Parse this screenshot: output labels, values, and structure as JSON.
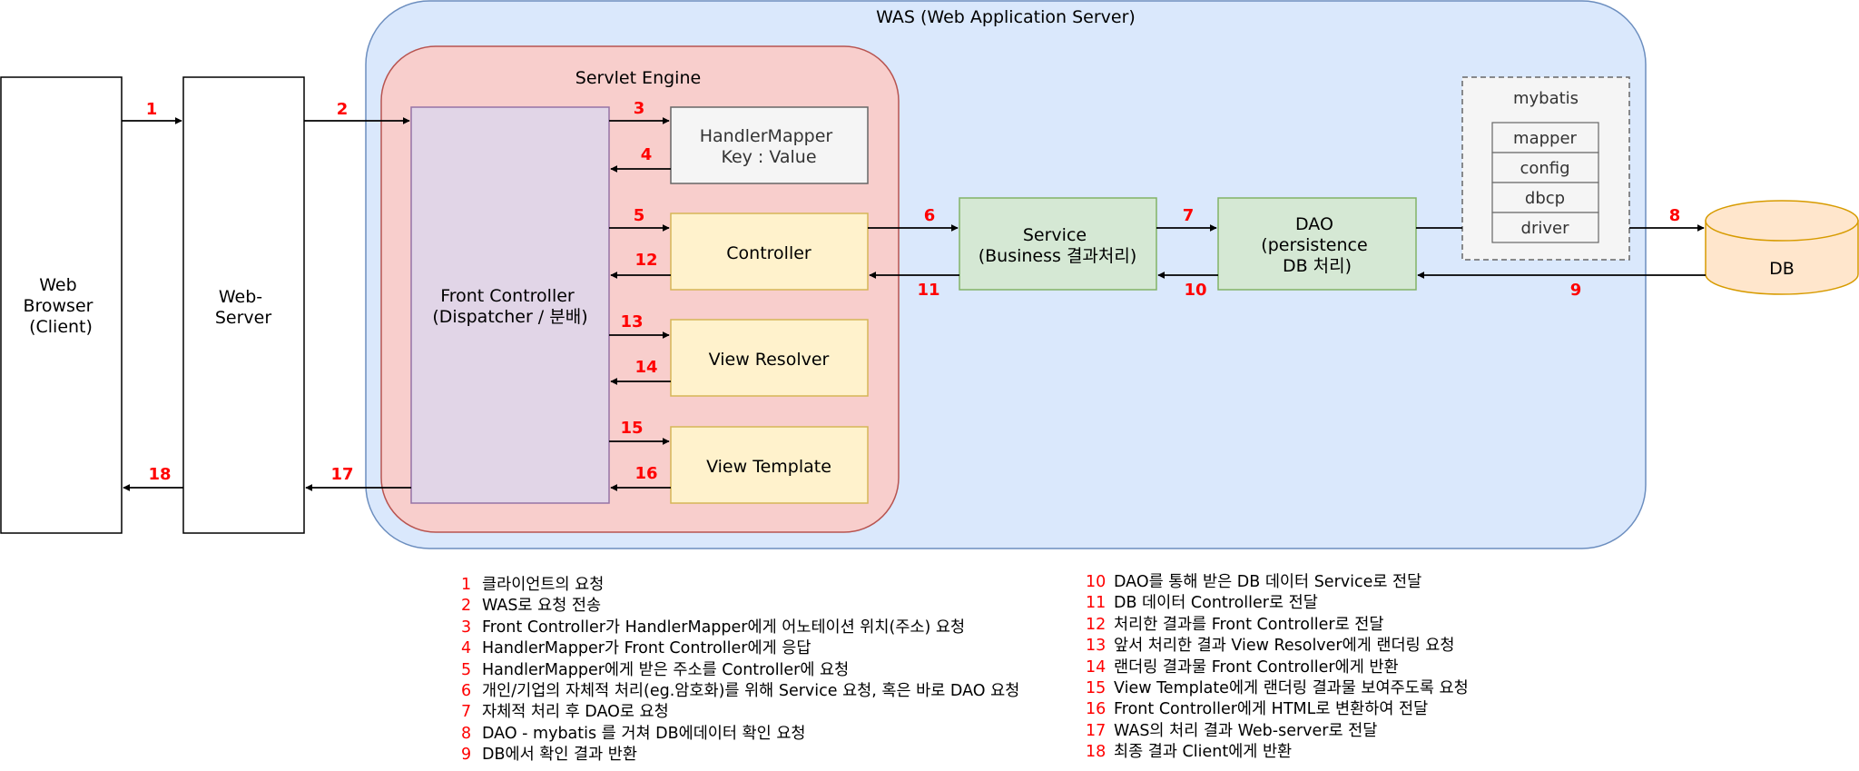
{
  "containers": {
    "was": "WAS (Web Application Server)",
    "servlet_engine": "Servlet Engine",
    "mybatis": "mybatis"
  },
  "nodes": {
    "web_browser": [
      "Web",
      "Browser",
      "(Client)"
    ],
    "web_server": [
      "Web-",
      "Server"
    ],
    "front_controller": [
      "Front Controller",
      "(Dispatcher / 분배)"
    ],
    "handler_mapper": [
      "HandlerMapper",
      "Key : Value"
    ],
    "controller": [
      "Controller"
    ],
    "view_resolver": [
      "View Resolver"
    ],
    "view_template": [
      "View Template"
    ],
    "service": [
      "Service",
      "(Business 결과처리)"
    ],
    "dao": [
      "DAO",
      "(persistence",
      "DB 처리)"
    ],
    "db": [
      "DB"
    ]
  },
  "mybatis_items": [
    "mapper",
    "config",
    "dbcp",
    "driver"
  ],
  "step_numbers": [
    "1",
    "2",
    "3",
    "4",
    "5",
    "6",
    "7",
    "8",
    "9",
    "10",
    "11",
    "12",
    "13",
    "14",
    "15",
    "16",
    "17",
    "18"
  ],
  "legend": [
    {
      "num": "1",
      "text": "클라이언트의 요청"
    },
    {
      "num": "2",
      "text": "WAS로 요청 전송"
    },
    {
      "num": "3",
      "text": "Front Controller가 HandlerMapper에게 어노테이션 위치(주소) 요청"
    },
    {
      "num": "4",
      "text": "HandlerMapper가 Front Controller에게 응답"
    },
    {
      "num": "5",
      "text": "HandlerMapper에게 받은 주소를 Controller에 요청"
    },
    {
      "num": "6",
      "text": "개인/기업의 자체적 처리(eg.암호화)를 위해 Service 요청, 혹은 바로 DAO 요청"
    },
    {
      "num": "7",
      "text": "자체적 처리 후 DAO로 요청"
    },
    {
      "num": "8",
      "text": "DAO - mybatis 를 거쳐 DB에데이터 확인 요청"
    },
    {
      "num": "9",
      "text": "DB에서 확인 결과 반환"
    },
    {
      "num": "10",
      "text": "DAO를 통해 받은 DB 데이터 Service로 전달"
    },
    {
      "num": "11",
      "text": "DB 데이터 Controller로 전달"
    },
    {
      "num": "12",
      "text": "처리한 결과를 Front Controller로 전달"
    },
    {
      "num": "13",
      "text": "앞서 처리한 결과 View Resolver에게 랜더링 요청"
    },
    {
      "num": "14",
      "text": "랜더링 결과물 Front Controller에게 반환"
    },
    {
      "num": "15",
      "text": "View Template에게 랜더링 결과물 보여주도록 요청"
    },
    {
      "num": "16",
      "text": "Front Controller에게 HTML로 변환하여 전달"
    },
    {
      "num": "17",
      "text": "WAS의 처리 결과 Web-server로 전달"
    },
    {
      "num": "18",
      "text": "최종 결과 Client에게 반환"
    }
  ],
  "colors": {
    "was_fill": "#dae8fc",
    "was_stroke": "#6c8ebf",
    "servlet_fill": "#f8cecc",
    "servlet_stroke": "#b85450",
    "fc_fill": "#e1d5e7",
    "fc_stroke": "#9673a6",
    "hm_fill": "#f5f5f5",
    "hm_stroke": "#666666",
    "yellow_fill": "#fff2cc",
    "yellow_stroke": "#d6b656",
    "green_fill": "#d5e8d4",
    "green_stroke": "#82b366",
    "db_fill": "#ffe6cc",
    "db_stroke": "#d79b00",
    "step_color": "#ff0000"
  }
}
